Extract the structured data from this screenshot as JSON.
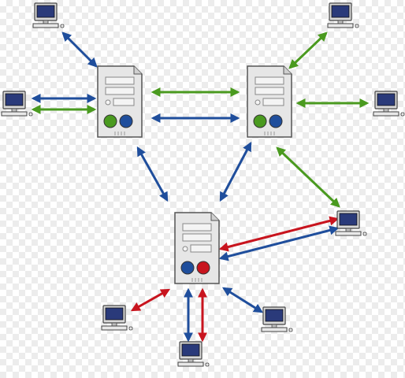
{
  "diagram": {
    "colors": {
      "blue": "#1f4e9c",
      "green": "#4a9a1f",
      "red": "#c8141e",
      "server_body": "#e6e6e6",
      "server_outline": "#555555",
      "monitor_screen": "#2a3a7a"
    },
    "servers": [
      {
        "id": "server-top-left",
        "lights": [
          "green",
          "blue"
        ]
      },
      {
        "id": "server-top-right",
        "lights": [
          "green",
          "blue"
        ]
      },
      {
        "id": "server-bottom",
        "lights": [
          "blue",
          "red"
        ]
      }
    ],
    "computers": [
      {
        "id": "computer-top-left"
      },
      {
        "id": "computer-left"
      },
      {
        "id": "computer-top-right"
      },
      {
        "id": "computer-right"
      },
      {
        "id": "computer-middle-right"
      },
      {
        "id": "computer-bottom-left"
      },
      {
        "id": "computer-bottom-center"
      },
      {
        "id": "computer-bottom-right"
      }
    ],
    "connections": [
      {
        "id": "link-topleft-computer-server",
        "color": "blue"
      },
      {
        "id": "link-left-computer-server-blue",
        "color": "blue"
      },
      {
        "id": "link-left-computer-server-green",
        "color": "green"
      },
      {
        "id": "link-servers-top-green",
        "color": "green"
      },
      {
        "id": "link-servers-top-blue",
        "color": "blue"
      },
      {
        "id": "link-topright-computer-server",
        "color": "green"
      },
      {
        "id": "link-right-computer-server",
        "color": "green"
      },
      {
        "id": "link-topleft-server-bottom-server",
        "color": "blue"
      },
      {
        "id": "link-topright-server-bottom-server",
        "color": "blue"
      },
      {
        "id": "link-topright-server-middleright-computer",
        "color": "green"
      },
      {
        "id": "link-bottom-server-middleright-computer-red",
        "color": "red"
      },
      {
        "id": "link-bottom-server-middleright-computer-blue",
        "color": "blue"
      },
      {
        "id": "link-bottom-server-bottomleft-computer",
        "color": "red"
      },
      {
        "id": "link-bottom-server-bottomcenter-blue",
        "color": "blue"
      },
      {
        "id": "link-bottom-server-bottomcenter-red",
        "color": "red"
      },
      {
        "id": "link-bottom-server-bottomright-computer",
        "color": "blue"
      }
    ]
  }
}
